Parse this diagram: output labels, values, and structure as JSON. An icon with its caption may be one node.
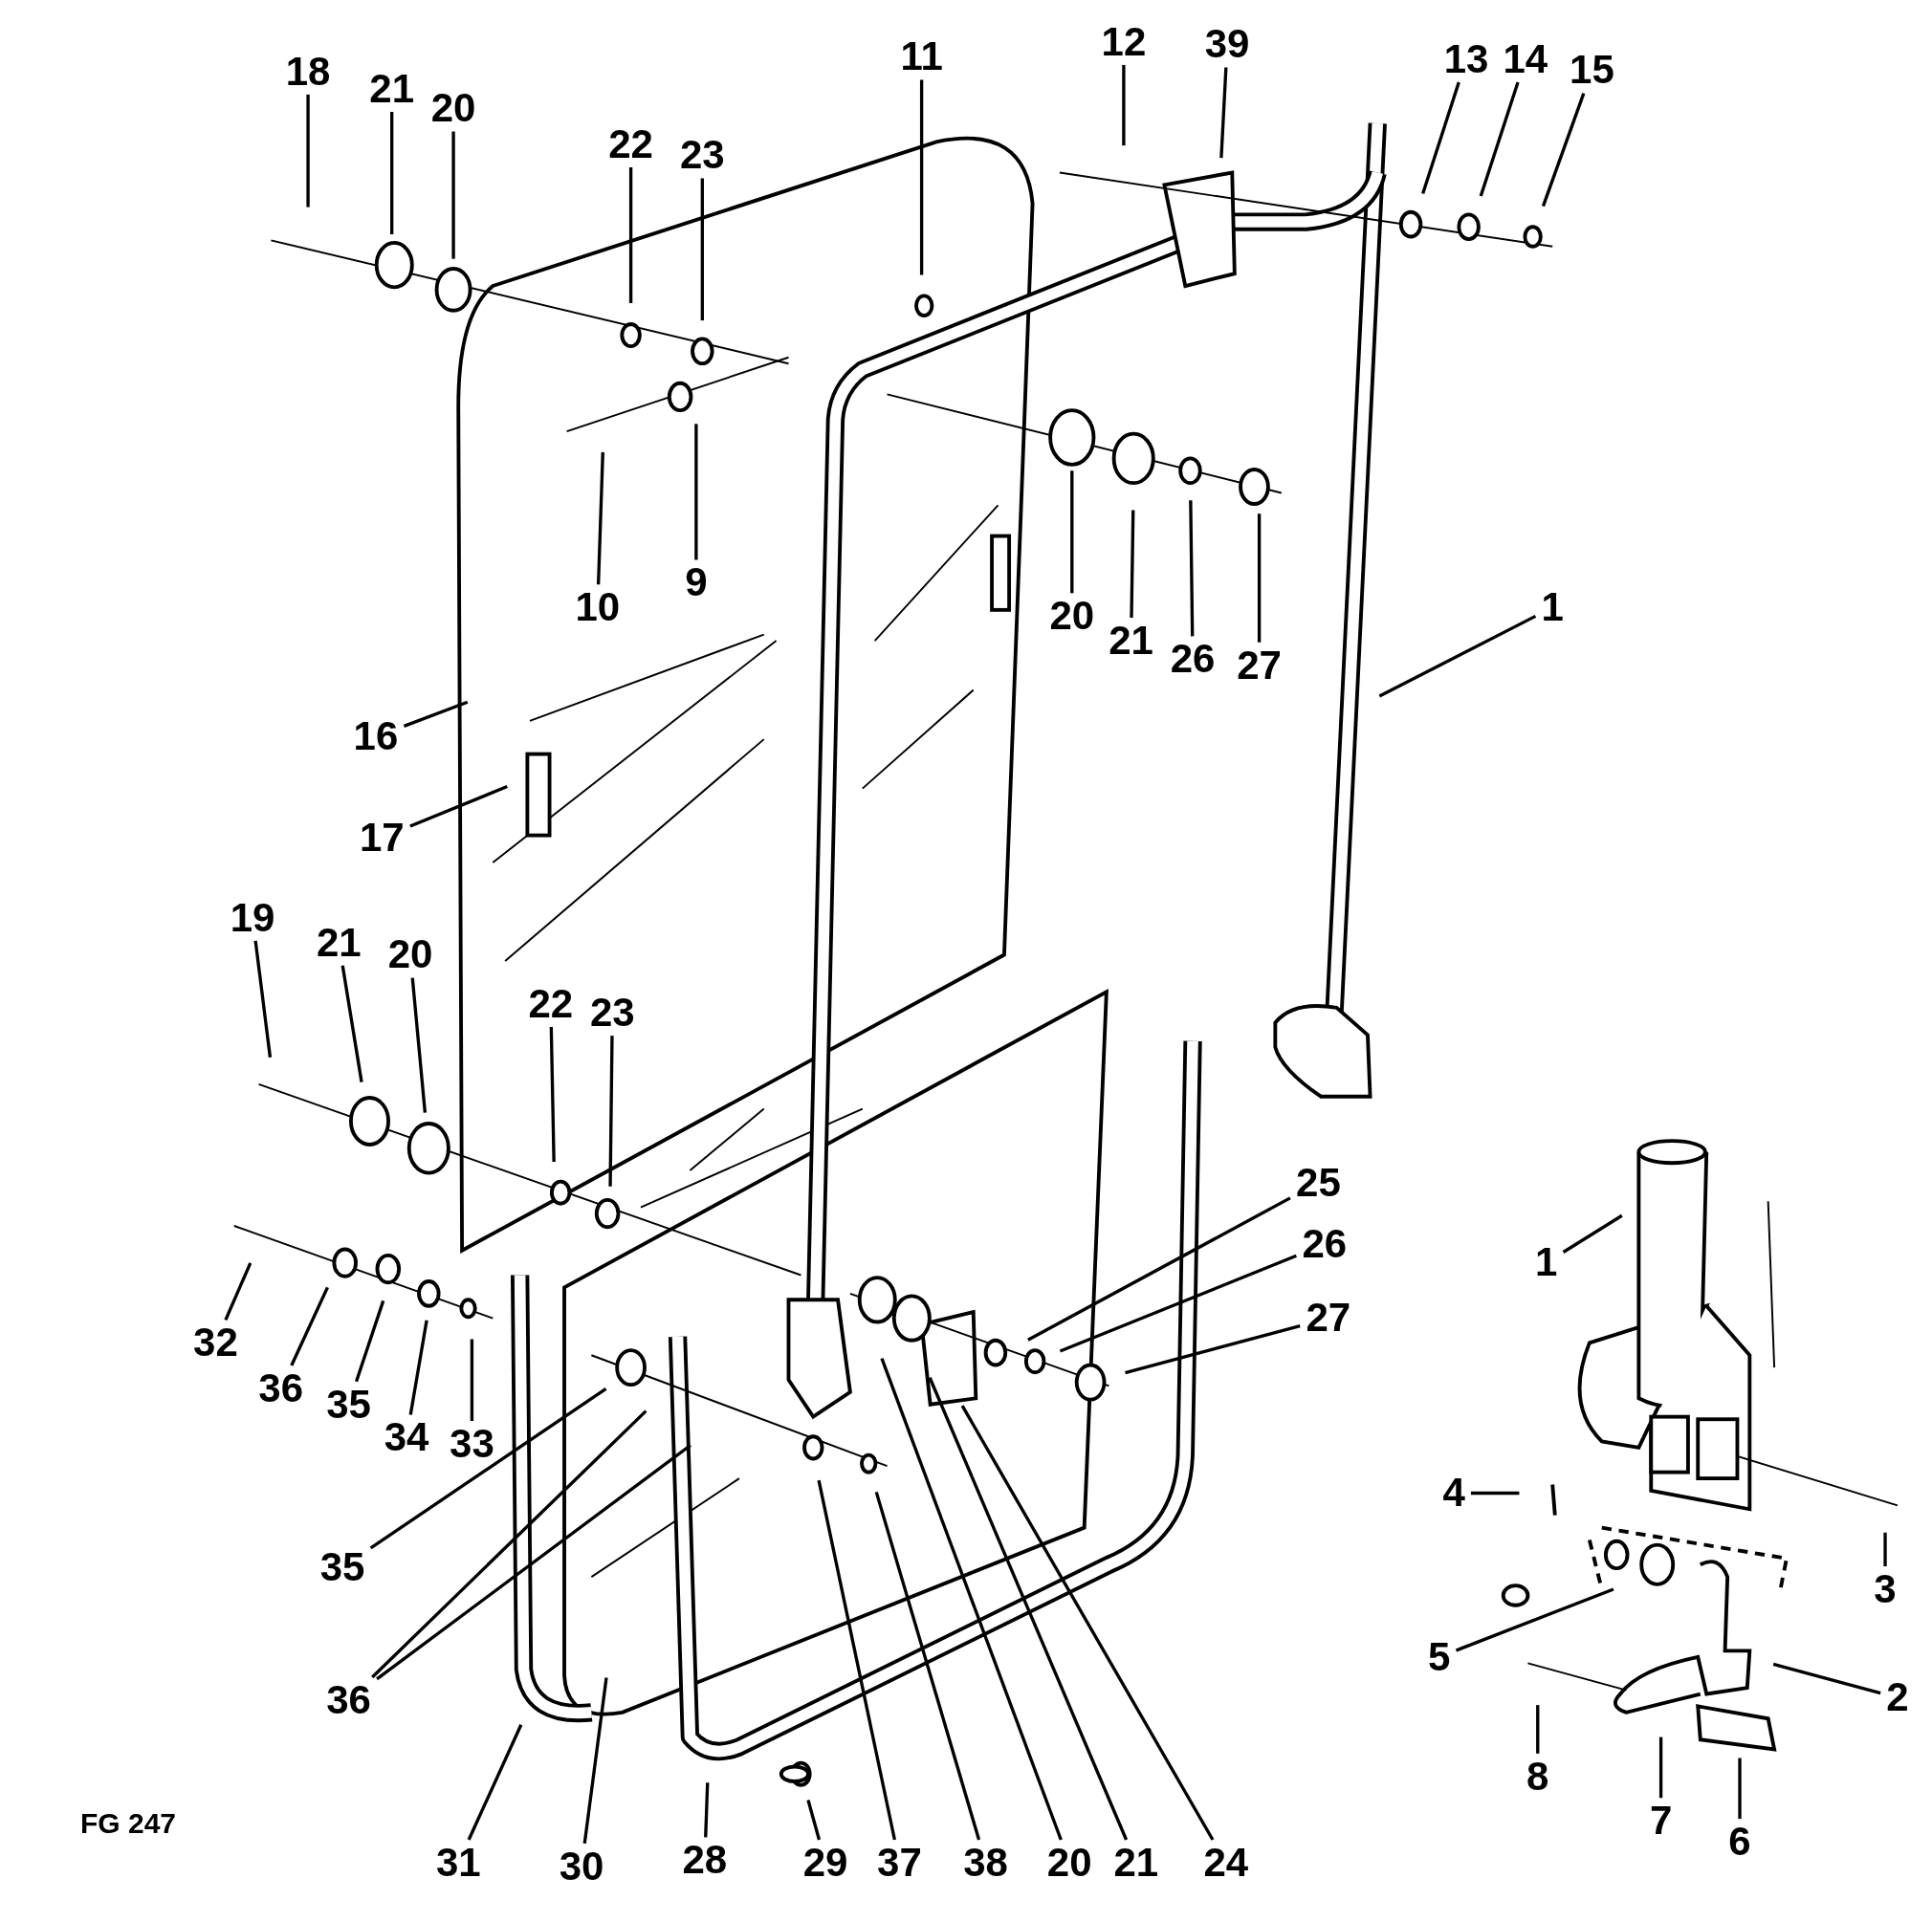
{
  "diagram": {
    "nodes": [
      {
        "text": [
          "18"
        ]
      },
      {
        "text": [
          "21"
        ]
      },
      {
        "text": [
          "20"
        ]
      },
      {
        "text": [
          "22"
        ]
      },
      {
        "text": [
          "23"
        ]
      },
      {
        "text": [
          "11"
        ]
      },
      {
        "text": [
          "12"
        ]
      },
      {
        "text": [
          "39"
        ]
      },
      {
        "text": [
          "13"
        ]
      },
      {
        "text": [
          "14"
        ]
      },
      {
        "text": [
          "15"
        ]
      },
      {
        "text": [
          "10"
        ]
      },
      {
        "text": [
          "9"
        ]
      },
      {
        "text": [
          "20"
        ]
      },
      {
        "text": [
          "21"
        ]
      },
      {
        "text": [
          "26"
        ]
      },
      {
        "text": [
          "27"
        ]
      },
      {
        "text": [
          "1"
        ]
      },
      {
        "text": [
          "16"
        ]
      },
      {
        "text": [
          "17"
        ]
      },
      {
        "text": [
          "19"
        ]
      },
      {
        "text": [
          "21"
        ]
      },
      {
        "text": [
          "20"
        ]
      },
      {
        "text": [
          "22"
        ]
      },
      {
        "text": [
          "23"
        ]
      },
      {
        "text": [
          "25"
        ]
      },
      {
        "text": [
          "26"
        ]
      },
      {
        "text": [
          "27"
        ]
      },
      {
        "text": [
          "32"
        ]
      },
      {
        "text": [
          "36"
        ]
      },
      {
        "text": [
          "35"
        ]
      },
      {
        "text": [
          "34"
        ]
      },
      {
        "text": [
          "33"
        ]
      },
      {
        "text": [
          "35"
        ]
      },
      {
        "text": [
          "36"
        ]
      },
      {
        "text": [
          "31"
        ]
      },
      {
        "text": [
          "30"
        ]
      },
      {
        "text": [
          "28"
        ]
      },
      {
        "text": [
          "29"
        ]
      },
      {
        "text": [
          "37"
        ]
      },
      {
        "text": [
          "38"
        ]
      },
      {
        "text": [
          "20"
        ]
      },
      {
        "text": [
          "21"
        ]
      },
      {
        "text": [
          "24"
        ]
      },
      {
        "text": [
          "1"
        ]
      },
      {
        "text": [
          "4"
        ]
      },
      {
        "text": [
          "3"
        ]
      },
      {
        "text": [
          "5"
        ]
      },
      {
        "text": [
          "2"
        ]
      },
      {
        "text": [
          "8"
        ]
      },
      {
        "text": [
          "7"
        ]
      },
      {
        "text": [
          "6"
        ]
      }
    ],
    "edges": [
      {
        "from": 0,
        "to": null,
        "arrow": "none"
      },
      {
        "from": 1,
        "to": null,
        "arrow": "none"
      },
      {
        "from": 2,
        "to": null,
        "arrow": "none"
      },
      {
        "from": 3,
        "to": null,
        "arrow": "none"
      },
      {
        "from": 4,
        "to": null,
        "arrow": "none"
      },
      {
        "from": 5,
        "to": null,
        "arrow": "none"
      },
      {
        "from": 6,
        "to": null,
        "arrow": "none"
      },
      {
        "from": 7,
        "to": null,
        "arrow": "none"
      },
      {
        "from": 8,
        "to": null,
        "arrow": "none"
      },
      {
        "from": 9,
        "to": null,
        "arrow": "none"
      },
      {
        "from": 10,
        "to": null,
        "arrow": "none"
      },
      {
        "from": 11,
        "to": null,
        "arrow": "none"
      },
      {
        "from": 12,
        "to": null,
        "arrow": "none"
      },
      {
        "from": 13,
        "to": null,
        "arrow": "none"
      },
      {
        "from": 14,
        "to": null,
        "arrow": "none"
      },
      {
        "from": 15,
        "to": null,
        "arrow": "none"
      },
      {
        "from": 16,
        "to": null,
        "arrow": "none"
      },
      {
        "from": 17,
        "to": null,
        "arrow": "none"
      },
      {
        "from": 18,
        "to": null,
        "arrow": "none"
      },
      {
        "from": 19,
        "to": null,
        "arrow": "none"
      },
      {
        "from": 20,
        "to": null,
        "arrow": "none"
      },
      {
        "from": 21,
        "to": null,
        "arrow": "none"
      },
      {
        "from": 22,
        "to": null,
        "arrow": "none"
      },
      {
        "from": 23,
        "to": null,
        "arrow": "none"
      },
      {
        "from": 24,
        "to": null,
        "arrow": "none"
      },
      {
        "from": 25,
        "to": null,
        "arrow": "none"
      },
      {
        "from": 26,
        "to": null,
        "arrow": "none"
      },
      {
        "from": 27,
        "to": null,
        "arrow": "none"
      },
      {
        "from": 28,
        "to": null,
        "arrow": "none"
      },
      {
        "from": 29,
        "to": null,
        "arrow": "none"
      },
      {
        "from": 30,
        "to": null,
        "arrow": "none"
      },
      {
        "from": 31,
        "to": null,
        "arrow": "none"
      },
      {
        "from": 32,
        "to": null,
        "arrow": "none"
      },
      {
        "from": 33,
        "to": null,
        "arrow": "none"
      },
      {
        "from": 34,
        "to": null,
        "arrow": "none"
      },
      {
        "from": 34,
        "to": null,
        "arrow": "none"
      },
      {
        "from": 35,
        "to": null,
        "arrow": "none"
      },
      {
        "from": 36,
        "to": null,
        "arrow": "none"
      },
      {
        "from": 37,
        "to": null,
        "arrow": "none"
      },
      {
        "from": 38,
        "to": null,
        "arrow": "none"
      },
      {
        "from": 39,
        "to": null,
        "arrow": "none"
      },
      {
        "from": 40,
        "to": null,
        "arrow": "none"
      },
      {
        "from": 41,
        "to": null,
        "arrow": "none"
      },
      {
        "from": 42,
        "to": null,
        "arrow": "none"
      },
      {
        "from": 43,
        "to": null,
        "arrow": "none"
      },
      {
        "from": 44,
        "to": null,
        "arrow": "none"
      },
      {
        "from": 45,
        "to": null,
        "arrow": "none"
      },
      {
        "from": 46,
        "to": null,
        "arrow": "none"
      },
      {
        "from": 47,
        "to": null,
        "arrow": "none"
      },
      {
        "from": 48,
        "to": null,
        "arrow": "none"
      },
      {
        "from": 49,
        "to": null,
        "arrow": "none"
      },
      {
        "from": 50,
        "to": null,
        "arrow": "none"
      },
      {
        "from": 51,
        "to": null,
        "arrow": "none"
      }
    ],
    "labels": [
      "FG 247"
    ]
  }
}
